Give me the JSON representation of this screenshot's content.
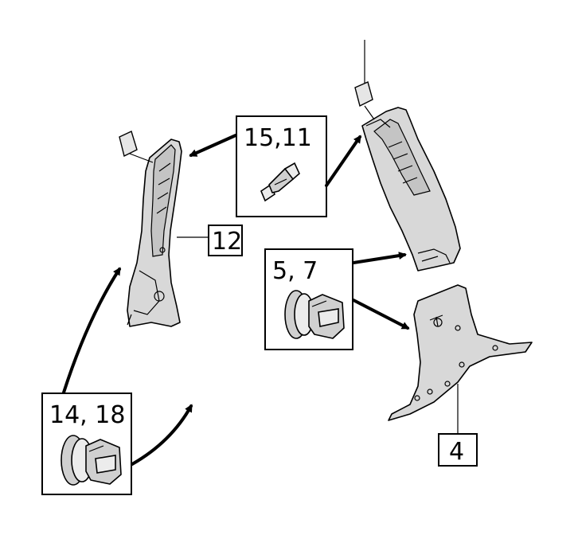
{
  "labels": {
    "callout_15_11": "15,11",
    "callout_12": "12",
    "callout_5_7": "5, 7",
    "callout_14_18": "14, 18",
    "callout_4": "4"
  },
  "colors": {
    "line": "#000000",
    "part_fill": "#d8d8d8",
    "background": "#ffffff"
  }
}
